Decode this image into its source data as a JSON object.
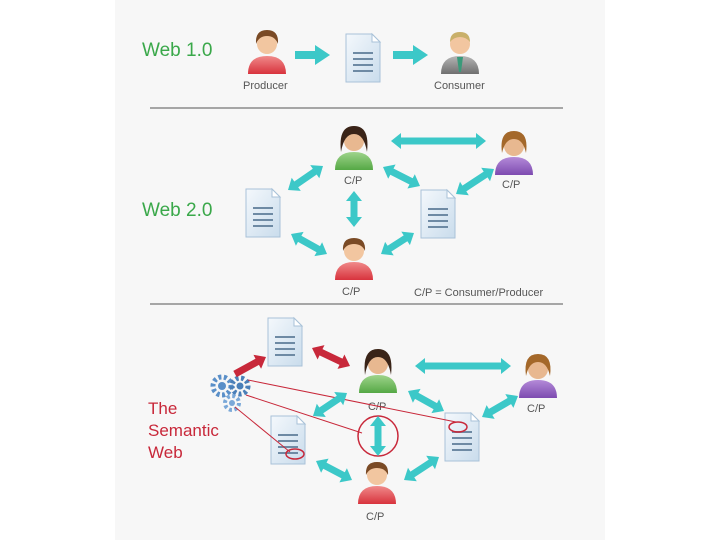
{
  "sections": {
    "web1": {
      "title": "Web 1.0",
      "producer_label": "Producer",
      "consumer_label": "Consumer"
    },
    "web2": {
      "title": "Web 2.0",
      "cp_label": "C/P",
      "legend": "C/P = Consumer/Producer"
    },
    "semantic": {
      "title_lines": [
        "The",
        "Semantic",
        "Web"
      ],
      "cp_label": "C/P"
    }
  },
  "colors": {
    "green_title": "#3aa84a",
    "red_title": "#c8283a",
    "arrow_teal": "#3cc8c8",
    "arrow_red": "#c8283a",
    "divider": "#555555",
    "doc_blue": "#dce9f4",
    "gear_blue": "#5a8fc8"
  },
  "icons": [
    "person-icon",
    "document-icon",
    "gear-icon",
    "double-arrow-icon"
  ]
}
